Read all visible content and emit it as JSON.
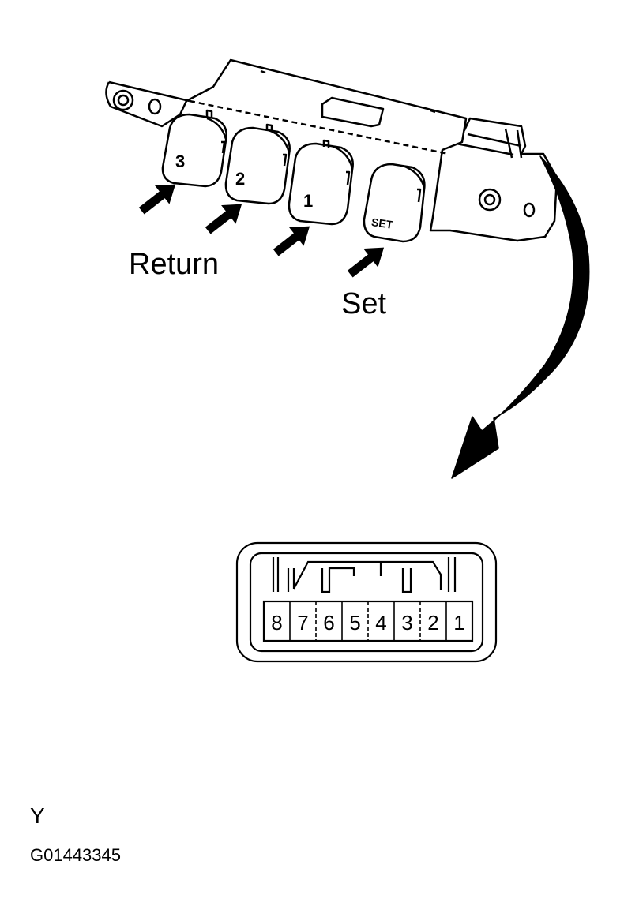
{
  "labels": {
    "return": "Return",
    "set": "Set",
    "view": "Y",
    "figure_code": "G01443345"
  },
  "buttons": [
    {
      "id": "btn-3",
      "label": "3"
    },
    {
      "id": "btn-2",
      "label": "2"
    },
    {
      "id": "btn-1",
      "label": "1"
    },
    {
      "id": "btn-set",
      "label": "SET"
    }
  ],
  "connector": {
    "pins": [
      "8",
      "7",
      "6",
      "5",
      "4",
      "3",
      "2",
      "1"
    ]
  }
}
